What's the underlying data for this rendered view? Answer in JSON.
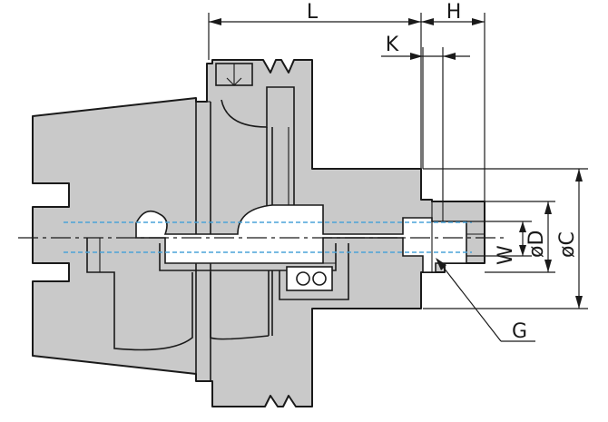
{
  "labels": {
    "L": "L",
    "H": "H",
    "K": "K",
    "C": "øC",
    "D": "øD",
    "W": "W",
    "G": "G"
  },
  "colors": {
    "body_fill": "#c9c9c9",
    "outline": "#1a1a1a",
    "centerline": "#4aa3d8",
    "background": "#ffffff"
  }
}
